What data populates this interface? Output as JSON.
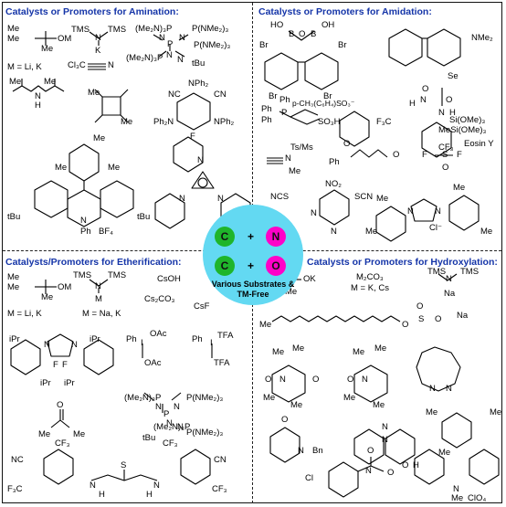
{
  "quadrants": {
    "amination": {
      "title": "Catalysts or Promoters for Amination:",
      "labels": [
        "Me",
        "Me",
        "Me",
        "OM",
        "M = Li, K",
        "TMS",
        "N",
        "TMS",
        "K",
        "(Me₂N)₃P",
        "P(NMe₂)₃",
        "N",
        "N",
        "P",
        "(Me₂N)₃P",
        "N",
        "N",
        "P(NMe₂)₃",
        "tBu",
        "Cl₃C",
        "N",
        "N",
        "H",
        "Me",
        "Me",
        "Me",
        "Me",
        "NC",
        "NPh₂",
        "CN",
        "Ph₂N",
        "NPh₂",
        "F",
        "Me",
        "Me",
        "Me",
        "tBu",
        "N",
        "Ph",
        "BF₄",
        "tBu",
        "N",
        "N",
        "N"
      ]
    },
    "amidation": {
      "title": "Catalysts or Promoters for Amidation:",
      "labels": [
        "HO",
        "B",
        "O",
        "B",
        "OH",
        "Br",
        "Br",
        "Br",
        "Br",
        "NMe₂",
        "Se",
        "O",
        "H",
        "N",
        "O",
        "N",
        "H",
        "Si(OMe)₃",
        "MeSi(OMe)₃",
        "F₃C",
        "CF₃",
        "Ph",
        "Ph",
        "P",
        "p-CH₃(C₆H₄)SO₃⁻",
        "Ph",
        "SO₃H",
        "Ts/Ms",
        "N",
        "Me",
        "O",
        "Ph",
        "O",
        "F",
        "S",
        "F",
        "O",
        "Eosin Y",
        "NCS",
        "NO₂",
        "SCN",
        "N",
        "N",
        "Me",
        "Me",
        "N",
        "N",
        "Cl⁻",
        "Me",
        "Me"
      ]
    },
    "etherification": {
      "title": "Catalysts/Promoters for Etherification:",
      "labels": [
        "Me",
        "Me",
        "Me",
        "OM",
        "M = Li, K",
        "TMS",
        "N",
        "TMS",
        "M",
        "M = Na, K",
        "CsOH",
        "Cs₂CO₃",
        "CsF",
        "iPr",
        "iPr",
        "iPr",
        "iPr",
        "N",
        "N",
        "F",
        "F",
        "Ph",
        "OAc",
        "I",
        "OAc",
        "Ph",
        "I",
        "TFA",
        "TFA",
        "(Me₂N)₃P",
        "P(NMe₂)₃",
        "N",
        "N",
        "P",
        "(Me₂N)₃P",
        "N",
        "N",
        "P(NMe₂)₃",
        "tBu",
        "O",
        "Me",
        "Me",
        "CF₃",
        "CF₃",
        "NC",
        "CN",
        "F₃C",
        "CF₃",
        "H",
        "H",
        "N",
        "S",
        "N"
      ]
    },
    "hydroxylation": {
      "title": "Catalysts or Promoters for Hydroxylation:",
      "labels": [
        "Me",
        "Me",
        "Me",
        "OK",
        "M₂CO₃",
        "M = K, Cs",
        "TMS",
        "N",
        "TMS",
        "Na",
        "Me",
        "O",
        "S",
        "O",
        "O",
        "Na",
        "Me",
        "Me",
        "Me",
        "Me",
        "N",
        "O",
        "O",
        "Me",
        "Me",
        "Me",
        "Me",
        "N",
        "O",
        "N",
        "N",
        "O",
        "N",
        "Bn",
        "N",
        "N",
        "N",
        "Me",
        "Me",
        "Me",
        "N",
        "Me",
        "ClO₄",
        "Cl",
        "O",
        "O",
        "O",
        "H"
      ]
    }
  },
  "center": {
    "row1": [
      "C",
      "+",
      "N"
    ],
    "row2": [
      "C",
      "+",
      "O"
    ],
    "caption_line1": "Various Substrates &",
    "caption_line2": "TM-Free"
  },
  "colors": {
    "title": "#1535a8",
    "circle": "#63d9f2",
    "carbon": "#1fb52b",
    "heteroatom": "#ff00c8"
  }
}
